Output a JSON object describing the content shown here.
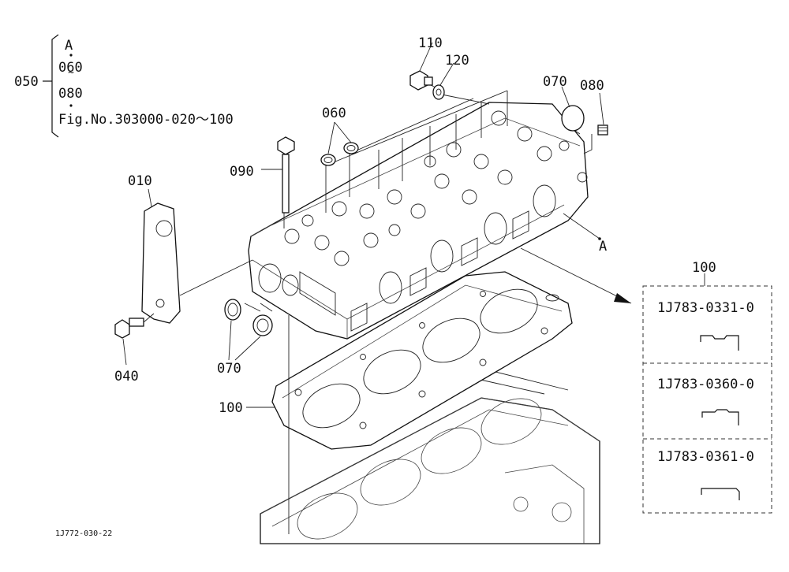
{
  "labels": {
    "l050": "050",
    "lA_top": "A",
    "l060_range": "060",
    "l080_range": "080",
    "fig_ref": "Fig.No.303000-020～100",
    "l110": "110",
    "l120": "120",
    "l070_top": "070",
    "l080": "080",
    "l060": "060",
    "l090": "090",
    "l010": "010",
    "lA_side": "A",
    "l100_box": "100",
    "l070_bottom": "070",
    "l040": "040",
    "l100_gasket": "100",
    "footer_code": "1J772-030-22"
  },
  "gasket_options": [
    {
      "part_no": "1J783-0331-0"
    },
    {
      "part_no": "1J783-0360-0"
    },
    {
      "part_no": "1J783-0361-0"
    }
  ]
}
